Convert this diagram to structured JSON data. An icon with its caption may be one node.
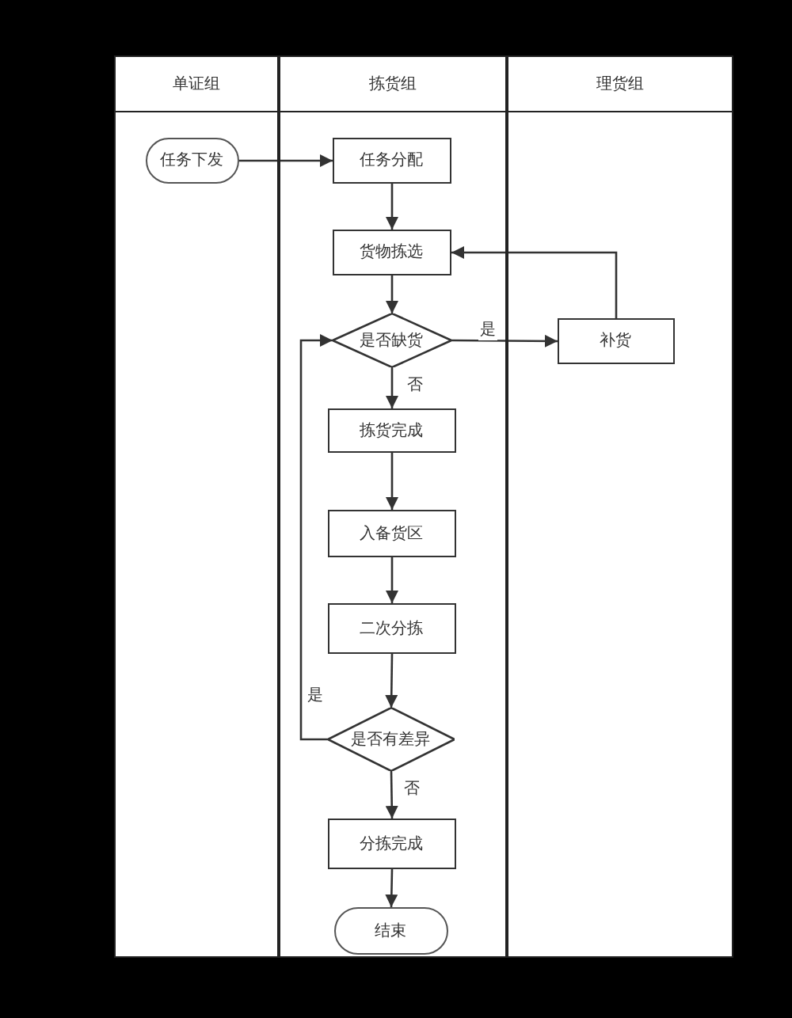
{
  "diagram": {
    "nodes": [
      {
        "text": [
          "单证组"
        ]
      },
      {
        "text": [
          "拣货组"
        ]
      },
      {
        "text": [
          "理货组"
        ]
      },
      {
        "text": [
          "任务下发"
        ],
        "in": 0
      },
      {
        "text": [
          "任务分配"
        ],
        "in": 1
      },
      {
        "text": [
          "货物拣选"
        ],
        "in": 1
      },
      {
        "text": [
          "是否缺货"
        ],
        "in": 1
      },
      {
        "text": [
          "补货"
        ],
        "in": 2
      },
      {
        "text": [
          "拣货完成"
        ],
        "in": 1
      },
      {
        "text": [
          "入备货区"
        ],
        "in": 1
      },
      {
        "text": [
          "二次分拣"
        ],
        "in": 1
      },
      {
        "text": [
          "是否有差异"
        ],
        "in": 1
      },
      {
        "text": [
          "分拣完成"
        ],
        "in": 1
      },
      {
        "text": [
          "结束"
        ],
        "in": 1
      }
    ],
    "edges": [
      {
        "from": 3,
        "to": 4,
        "arrow": "to"
      },
      {
        "from": 4,
        "to": 5,
        "arrow": "to"
      },
      {
        "from": 5,
        "to": 6,
        "arrow": "to"
      },
      {
        "from": 6,
        "to": 7,
        "arrow": "to",
        "label": "是"
      },
      {
        "from": 7,
        "to": 5,
        "arrow": "to"
      },
      {
        "from": 6,
        "to": 8,
        "arrow": "to",
        "label": "否"
      },
      {
        "from": 8,
        "to": 9,
        "arrow": "to"
      },
      {
        "from": 9,
        "to": 10,
        "arrow": "to"
      },
      {
        "from": 10,
        "to": 11,
        "arrow": "to"
      },
      {
        "from": 11,
        "to": 6,
        "arrow": "to",
        "label": "是"
      },
      {
        "from": 11,
        "to": 12,
        "arrow": "to",
        "label": "否"
      },
      {
        "from": 12,
        "to": 13,
        "arrow": "to"
      }
    ]
  }
}
